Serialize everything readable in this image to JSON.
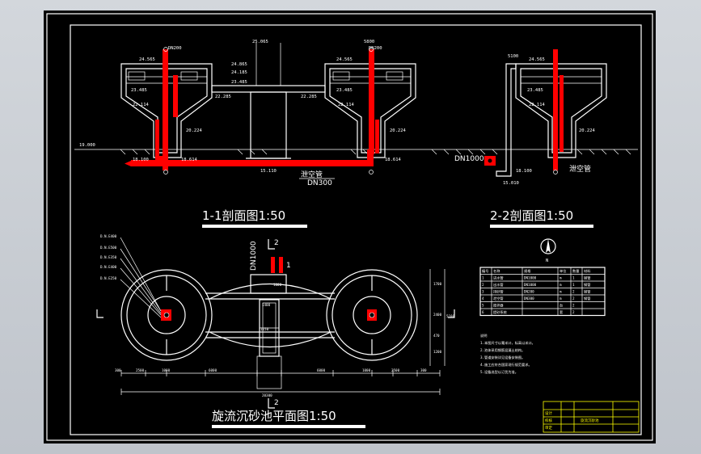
{
  "labels": {
    "section1_title": "1-1剖面图1:50",
    "section2_title": "2-2剖面图1:50",
    "plan_title": "旋流沉砂池平面图1:50",
    "vent_pipe_1": "泄空管",
    "vent_pipe_2": "泄空管",
    "dn300": "DN300",
    "dn1000_left": "DN1000",
    "dn1000_plan": "DN1000",
    "dn200": "DN200",
    "notes_title": "说明",
    "compass": "N",
    "sec_mark_1a": "1",
    "sec_mark_1b": "1",
    "sec_mark_2a": "2",
    "sec_mark_2b": "2"
  },
  "elevations": {
    "e1": "24.565",
    "e2": "24.185",
    "e3": "23.485",
    "e4": "22.114",
    "e5": "22.285",
    "e6": "19.000",
    "e7": "18.100",
    "e8": "15.110",
    "e9": "25.065",
    "e10": "24.865",
    "e11": "5800",
    "e12": "20.224",
    "e13": "18.614",
    "e14": "15.010"
  },
  "dims": {
    "d1": "1700",
    "d2": "2400",
    "d3": "5100",
    "d4": "1200",
    "d5": "470",
    "d6": "2500",
    "d7": "6000",
    "d8": "6000",
    "d9": "2500",
    "d10": "20300",
    "d11": "1400",
    "d12": "1150",
    "d13": "1000",
    "d14": "1000",
    "d15": "300",
    "d16": "300"
  },
  "pipe_labels": [
    "D.N.E400",
    "D.N.E500",
    "D.N.E350",
    "D.N.E400",
    "D.N.E250"
  ],
  "table": {
    "headers": [
      "编号",
      "名称",
      "规格",
      "单位",
      "数量",
      "材料"
    ],
    "rows": [
      [
        "1",
        "进水管",
        "DN1000",
        "m",
        "1",
        "钢管"
      ],
      [
        "2",
        "出水管",
        "DN1000",
        "m",
        "1",
        "钢管"
      ],
      [
        "3",
        "排砂管",
        "DN200",
        "m",
        "2",
        "钢管"
      ],
      [
        "4",
        "泄空管",
        "DN300",
        "m",
        "2",
        "钢管"
      ],
      [
        "5",
        "搅拌器",
        "",
        "台",
        "2",
        ""
      ],
      [
        "6",
        "提砂系统",
        "",
        "套",
        "2",
        ""
      ]
    ]
  },
  "notes": [
    "1.本图尺寸以毫米计，标高以米计。",
    "2.池体采用钢筋混凝土结构。",
    "3.管道安装详见设备安装图。",
    "4.施工应符合国家现行规范要求。",
    "5.设备选型以订货为准。"
  ],
  "title_block": {
    "drawing_name": "旋流沉砂池",
    "label_design": "设计",
    "label_check": "校核",
    "label_approve": "审定"
  }
}
